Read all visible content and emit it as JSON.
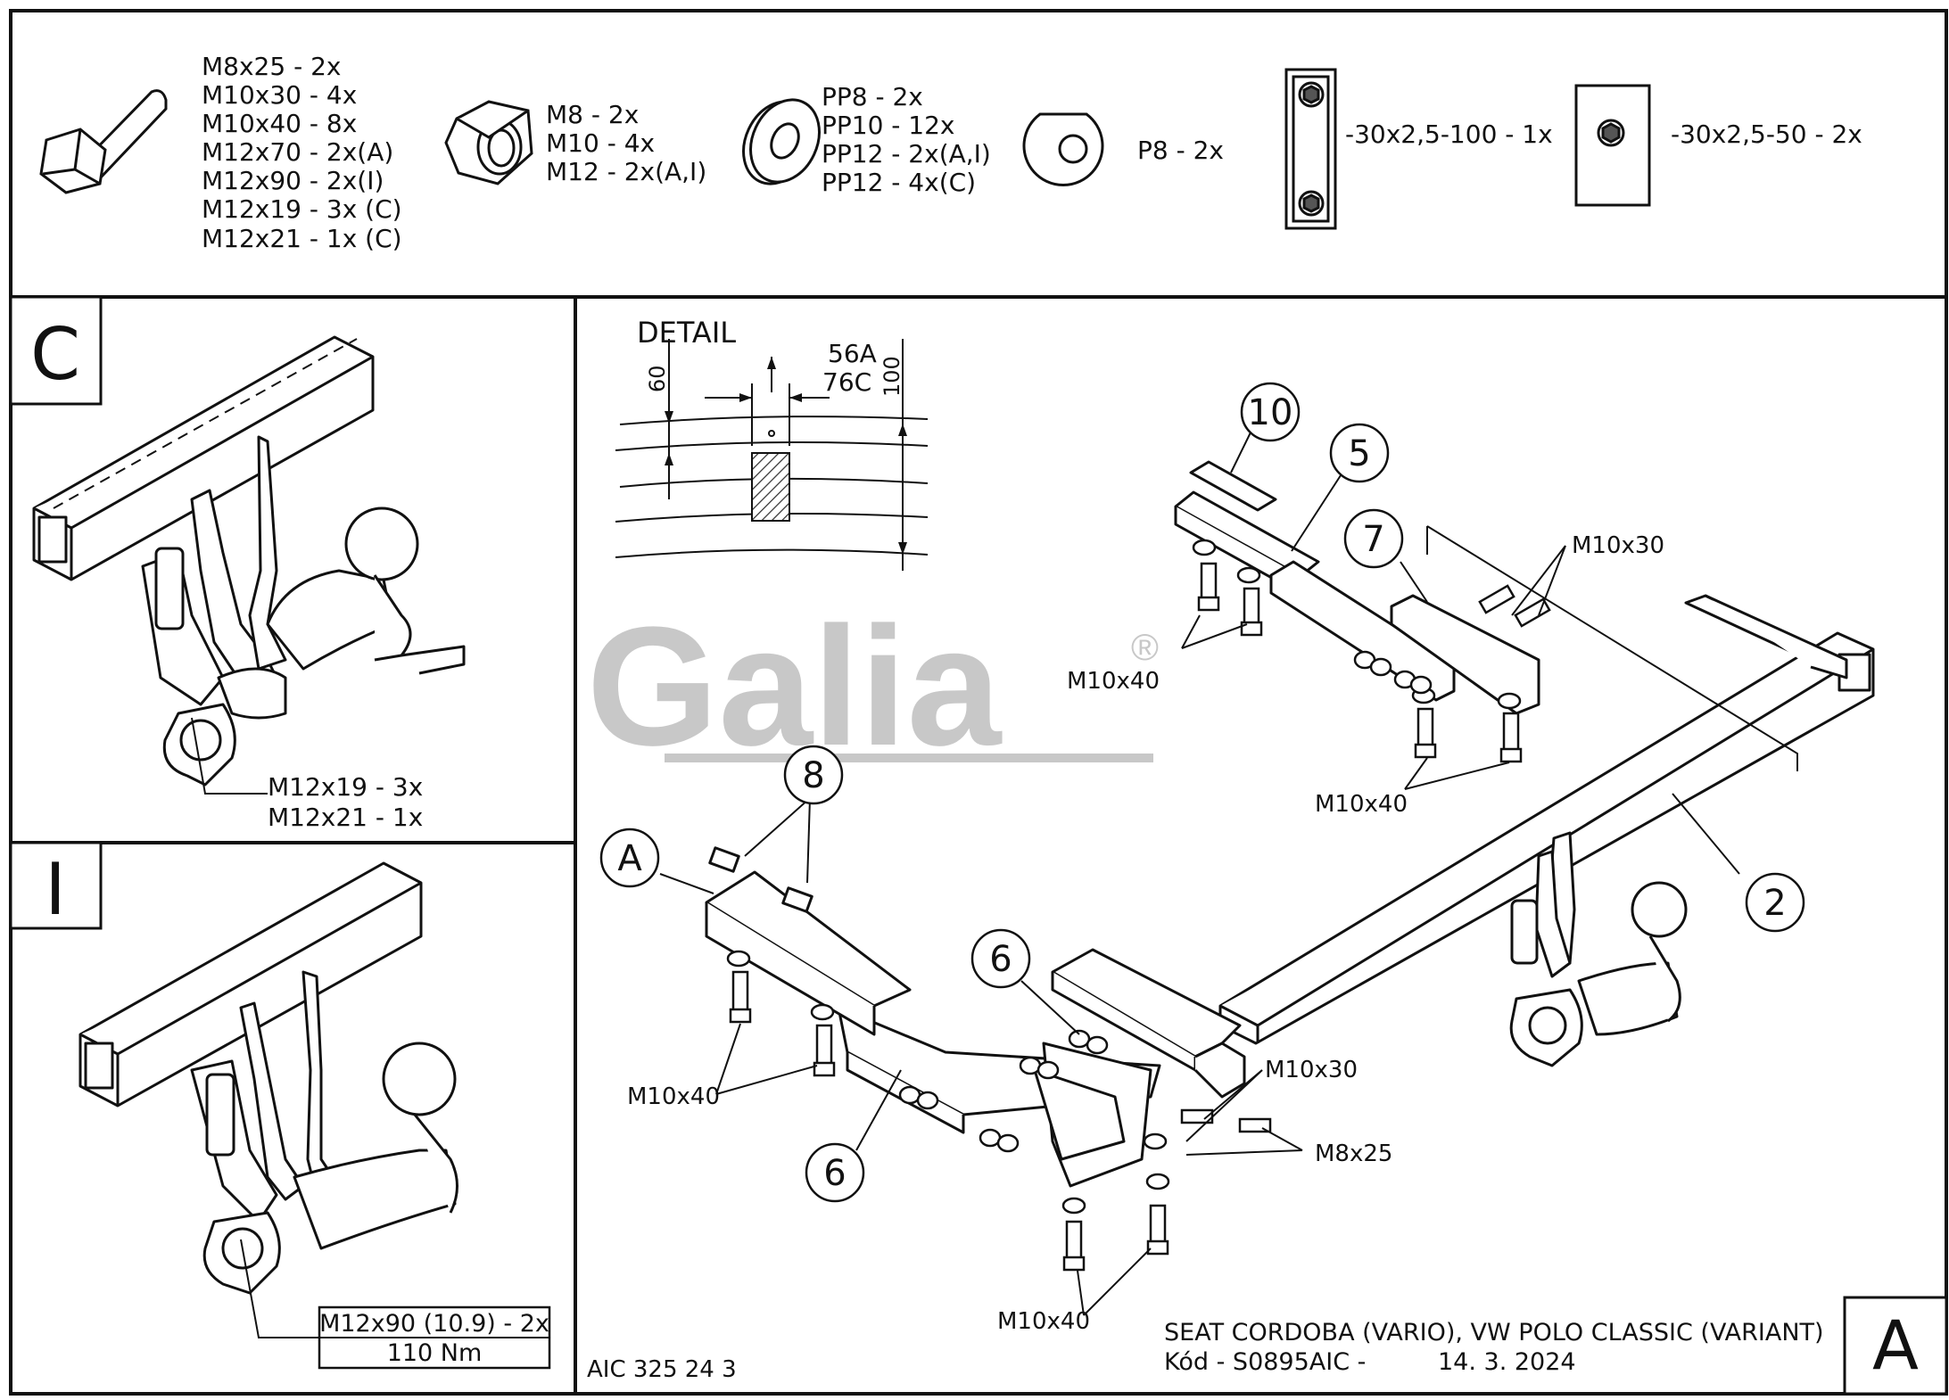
{
  "parts": {
    "bolts": [
      "M8x25 - 2x",
      "M10x30 - 4x",
      "M10x40 - 8x",
      "M12x70 - 2x(A)",
      "M12x90 - 2x(I)",
      "M12x19 - 3x (C)",
      "M12x21 - 1x (C)"
    ],
    "nuts": [
      "M8 - 2x",
      "M10 - 4x",
      "M12 - 2x(A,I)"
    ],
    "washers": [
      "PP8 - 2x",
      "PP10 - 12x",
      "PP12 - 2x(A,I)",
      "PP12 - 4x(C)"
    ],
    "spring_washer": "P8 - 2x",
    "plate_long": "-30x2,5-100 - 1x",
    "plate_short": "-30x2,5-50 - 2x"
  },
  "panel_c": {
    "letter": "C",
    "label_1": "M12x19 - 3x",
    "label_2": "M12x21 - 1x"
  },
  "panel_i": {
    "letter": "I",
    "label_1": "M12x90 (10.9) - 2x",
    "label_2": "110 Nm"
  },
  "detail": {
    "title": "DETAIL",
    "dim_60": "60",
    "dim_100": "100",
    "label_56a": "56A",
    "label_76c": "76C"
  },
  "watermark": {
    "text": "Galia",
    "reg": "®"
  },
  "main": {
    "callouts": [
      "10",
      "5",
      "7",
      "8",
      "A",
      "6",
      "6",
      "2"
    ],
    "m10x30_top": "M10x30",
    "m10x40_a": "M10x40",
    "m10x40_b": "M10x40",
    "m10x40_c": "M10x40",
    "m10x40_d": "M10x40",
    "m10x30_bottom": "M10x30",
    "m8x25": "M8x25"
  },
  "footer": {
    "code_left": "AIC 325 24 3",
    "vehicle": "SEAT CORDOBA (VARIO), VW POLO CLASSIC (VARIANT)",
    "kod": "Kód - S0895AIC -",
    "date": "14. 3. 2024",
    "variant": "A"
  }
}
